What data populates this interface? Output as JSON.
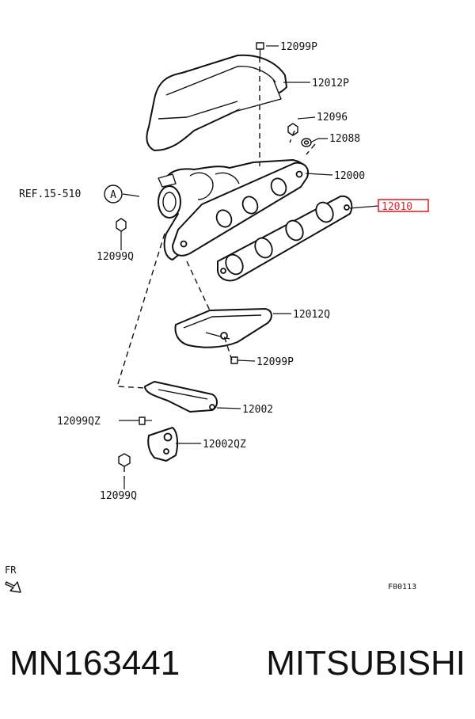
{
  "labels": {
    "p_12099p_top": "12099P",
    "p_12012p": "12012P",
    "p_12096": "12096",
    "p_12088": "12088",
    "p_12000": "12000",
    "p_12010": "12010",
    "p_ref": "REF.15-510",
    "p_ref_circle": "A",
    "p_12099q_upper": "12099Q",
    "p_12012q": "12012Q",
    "p_12099p_lower": "12099P",
    "p_12002": "12002",
    "p_12099qz": "12099QZ",
    "p_12002qz": "12002QZ",
    "p_12099q_lower": "12099Q"
  },
  "fr_label": "FR",
  "figure_code": "F00113",
  "footer": {
    "part_number": "MN163441",
    "brand": "MITSUBISHI"
  },
  "highlight_color": "#e0262b"
}
